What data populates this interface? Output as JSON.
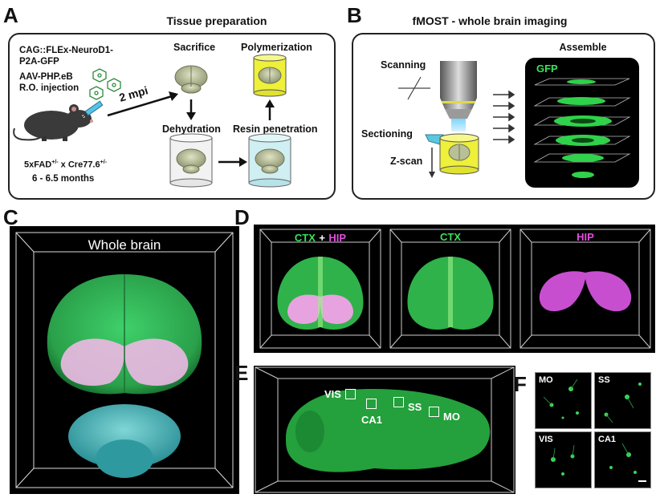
{
  "panels": {
    "a": {
      "letter": "A",
      "title": "Tissue preparation",
      "construct": "CAG::FLEx-NeuroD1-P2A-GFP",
      "virus": "AAV-PHP.eB",
      "injection": "R.O. injection",
      "mpi": "2 mpi",
      "mouse_line_main": "5xFAD",
      "mouse_line_sup1": "+/-",
      "mouse_line_mid": " x Cre77.6",
      "mouse_line_sup2": "+/-",
      "age": "6 - 6.5 months",
      "steps": {
        "sacrifice": "Sacrifice",
        "polymerization": "Polymerization",
        "dehydration": "Dehydration",
        "resin": "Resin penetration"
      }
    },
    "b": {
      "letter": "B",
      "title": "fMOST - whole brain imaging",
      "scanning": "Scanning",
      "sectioning": "Sectioning",
      "zscan": "Z-scan",
      "assemble": "Assemble",
      "gfp": "GFP"
    },
    "c": {
      "letter": "C",
      "label": "Whole brain"
    },
    "d": {
      "letter": "D",
      "ctx": "CTX",
      "plus": "+",
      "hip": "HIP"
    },
    "e": {
      "letter": "E",
      "regions": [
        "VIS",
        "SS",
        "MO",
        "CA1"
      ]
    },
    "f": {
      "letter": "F",
      "tiles": [
        "MO",
        "SS",
        "VIS",
        "CA1"
      ]
    }
  }
}
